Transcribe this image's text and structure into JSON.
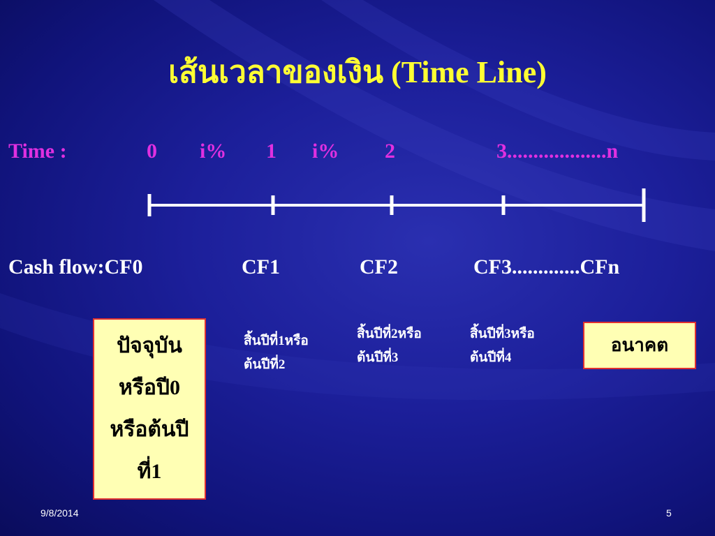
{
  "slide": {
    "title": "เส้นเวลาของเงิน (Time Line)",
    "date": "9/8/2014",
    "page_number": "5"
  },
  "timeline": {
    "time_label": "Time :",
    "time_marks": [
      "0",
      "i%",
      "1",
      "i%",
      "2",
      "3...................n"
    ],
    "cashflow_label": "Cash flow:CF0",
    "cashflow_marks": [
      "CF1",
      "CF2",
      "CF3.............CFn"
    ]
  },
  "notes": {
    "present": [
      "ปัจจุบัน",
      "หรือปี0",
      "หรือต้นปี",
      "ที่1"
    ],
    "year1": [
      "สิ้นปีที่1หรือ",
      "ต้นปีที่2"
    ],
    "year2": [
      "สิ้นปีที่2หรือ",
      "ต้นปีที่3"
    ],
    "year3": [
      "สิ้นปีที่3หรือ",
      "ต้นปีที่4"
    ],
    "future": "อนาคต"
  },
  "colors": {
    "title": "#ffff33",
    "time_row": "#e030e0",
    "box_fill": "#ffffb4",
    "box_border": "#e03030"
  }
}
